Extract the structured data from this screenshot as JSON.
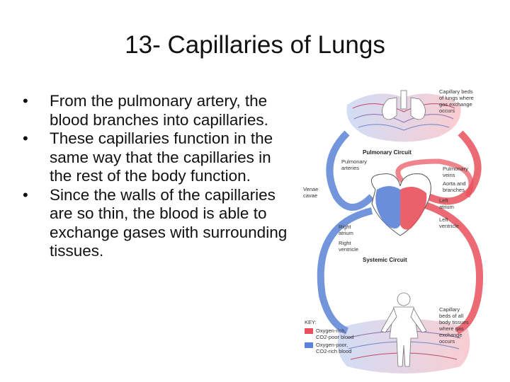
{
  "slide": {
    "title": "13- Capillaries of Lungs",
    "bullets": [
      "From the pulmonary artery, the blood branches into capillaries.",
      "These capillaries function in the same way that the capillaries in the rest of the body function.",
      "Since the walls of the capillaries are so thin, the blood is able to exchange gases with surrounding tissues."
    ]
  },
  "diagram": {
    "labels": {
      "capillary_lungs": [
        "Capillary beds",
        "of lungs where",
        "gas exchange",
        "occurs"
      ],
      "pulmonary_circuit": "Pulmonary Circuit",
      "pulmonary_arteries": [
        "Pulmonary",
        "arteries"
      ],
      "venae_cavae": [
        "Venae",
        "cavae"
      ],
      "pulmonary_veins": [
        "Pulmonary",
        "veins"
      ],
      "aorta": [
        "Aorta and",
        "branches"
      ],
      "left_atrium": [
        "Left",
        "atrium"
      ],
      "left_ventricle": [
        "Left",
        "ventricle"
      ],
      "right_atrium": [
        "Right",
        "atrium"
      ],
      "right_ventricle": [
        "Right",
        "ventricle"
      ],
      "systemic_circuit": "Systemic Circuit",
      "capillary_body": [
        "Capillary",
        "beds of all",
        "body tissues",
        "where gas",
        "exchange",
        "occurs"
      ],
      "key": "KEY:",
      "key_oxygen_rich": [
        "Oxygen-rich,",
        "CO2-poor blood"
      ],
      "key_oxygen_poor": [
        "Oxygen-poor,",
        "CO2-rich blood"
      ]
    },
    "colors": {
      "oxygen_rich": "#e8505b",
      "oxygen_poor": "#5b82d6"
    }
  }
}
